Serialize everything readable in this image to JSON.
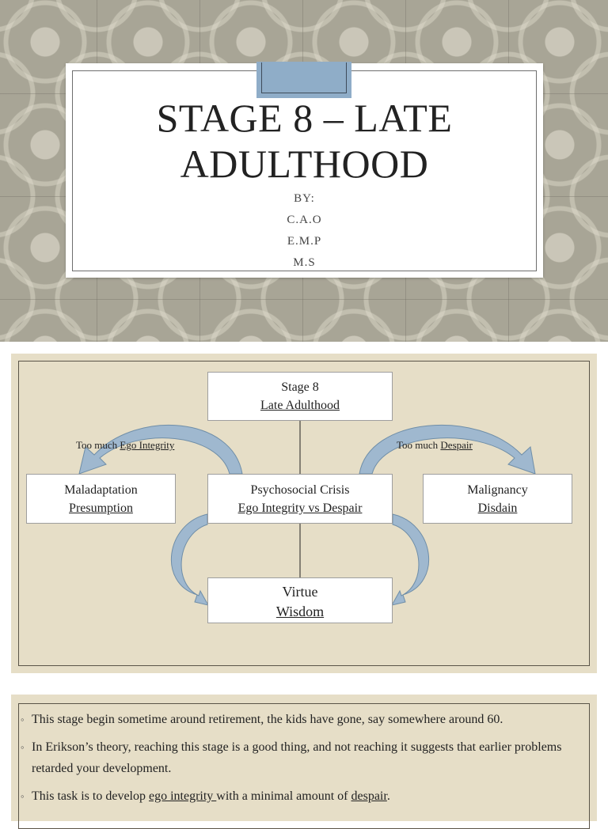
{
  "slide1": {
    "title_line1": "STAGE 8 – LATE",
    "title_line2": "ADULTHOOD",
    "by_label": "BY:",
    "authors": [
      "C.A.O",
      "E.M.P",
      "M.S"
    ]
  },
  "diagram": {
    "top": {
      "line1": "Stage 8",
      "line2": "Late Adulthood"
    },
    "center": {
      "line1": "Psychosocial Crisis",
      "line2": "Ego Integrity vs Despair"
    },
    "left": {
      "line1": "Maladaptation",
      "line2": "Presumption"
    },
    "right": {
      "line1": "Malignancy",
      "line2": "Disdain"
    },
    "bottom": {
      "line1": "Virtue",
      "line2": "Wisdom"
    },
    "left_arrow": {
      "prefix": "Too much ",
      "term": "Ego Integrity"
    },
    "right_arrow": {
      "prefix": "Too much ",
      "term": "Despair"
    },
    "colors": {
      "arrow_fill": "#9fb8cf",
      "arrow_stroke": "#6f8ea8",
      "background": "#e6dec7"
    }
  },
  "slide3": {
    "bullet1": "This stage begin sometime around retirement, the kids have gone, say somewhere around 60.",
    "bullet2": "In Erikson’s theory, reaching this stage is a good thing, and not reaching it suggests that earlier problems retarded your development.",
    "bullet3_pre": "This task is to develop ",
    "bullet3_term1": "ego integrity ",
    "bullet3_mid": "with a minimal amount of ",
    "bullet3_term2": "despair",
    "bullet3_post": ".",
    "bullet_symbol": "◦"
  }
}
